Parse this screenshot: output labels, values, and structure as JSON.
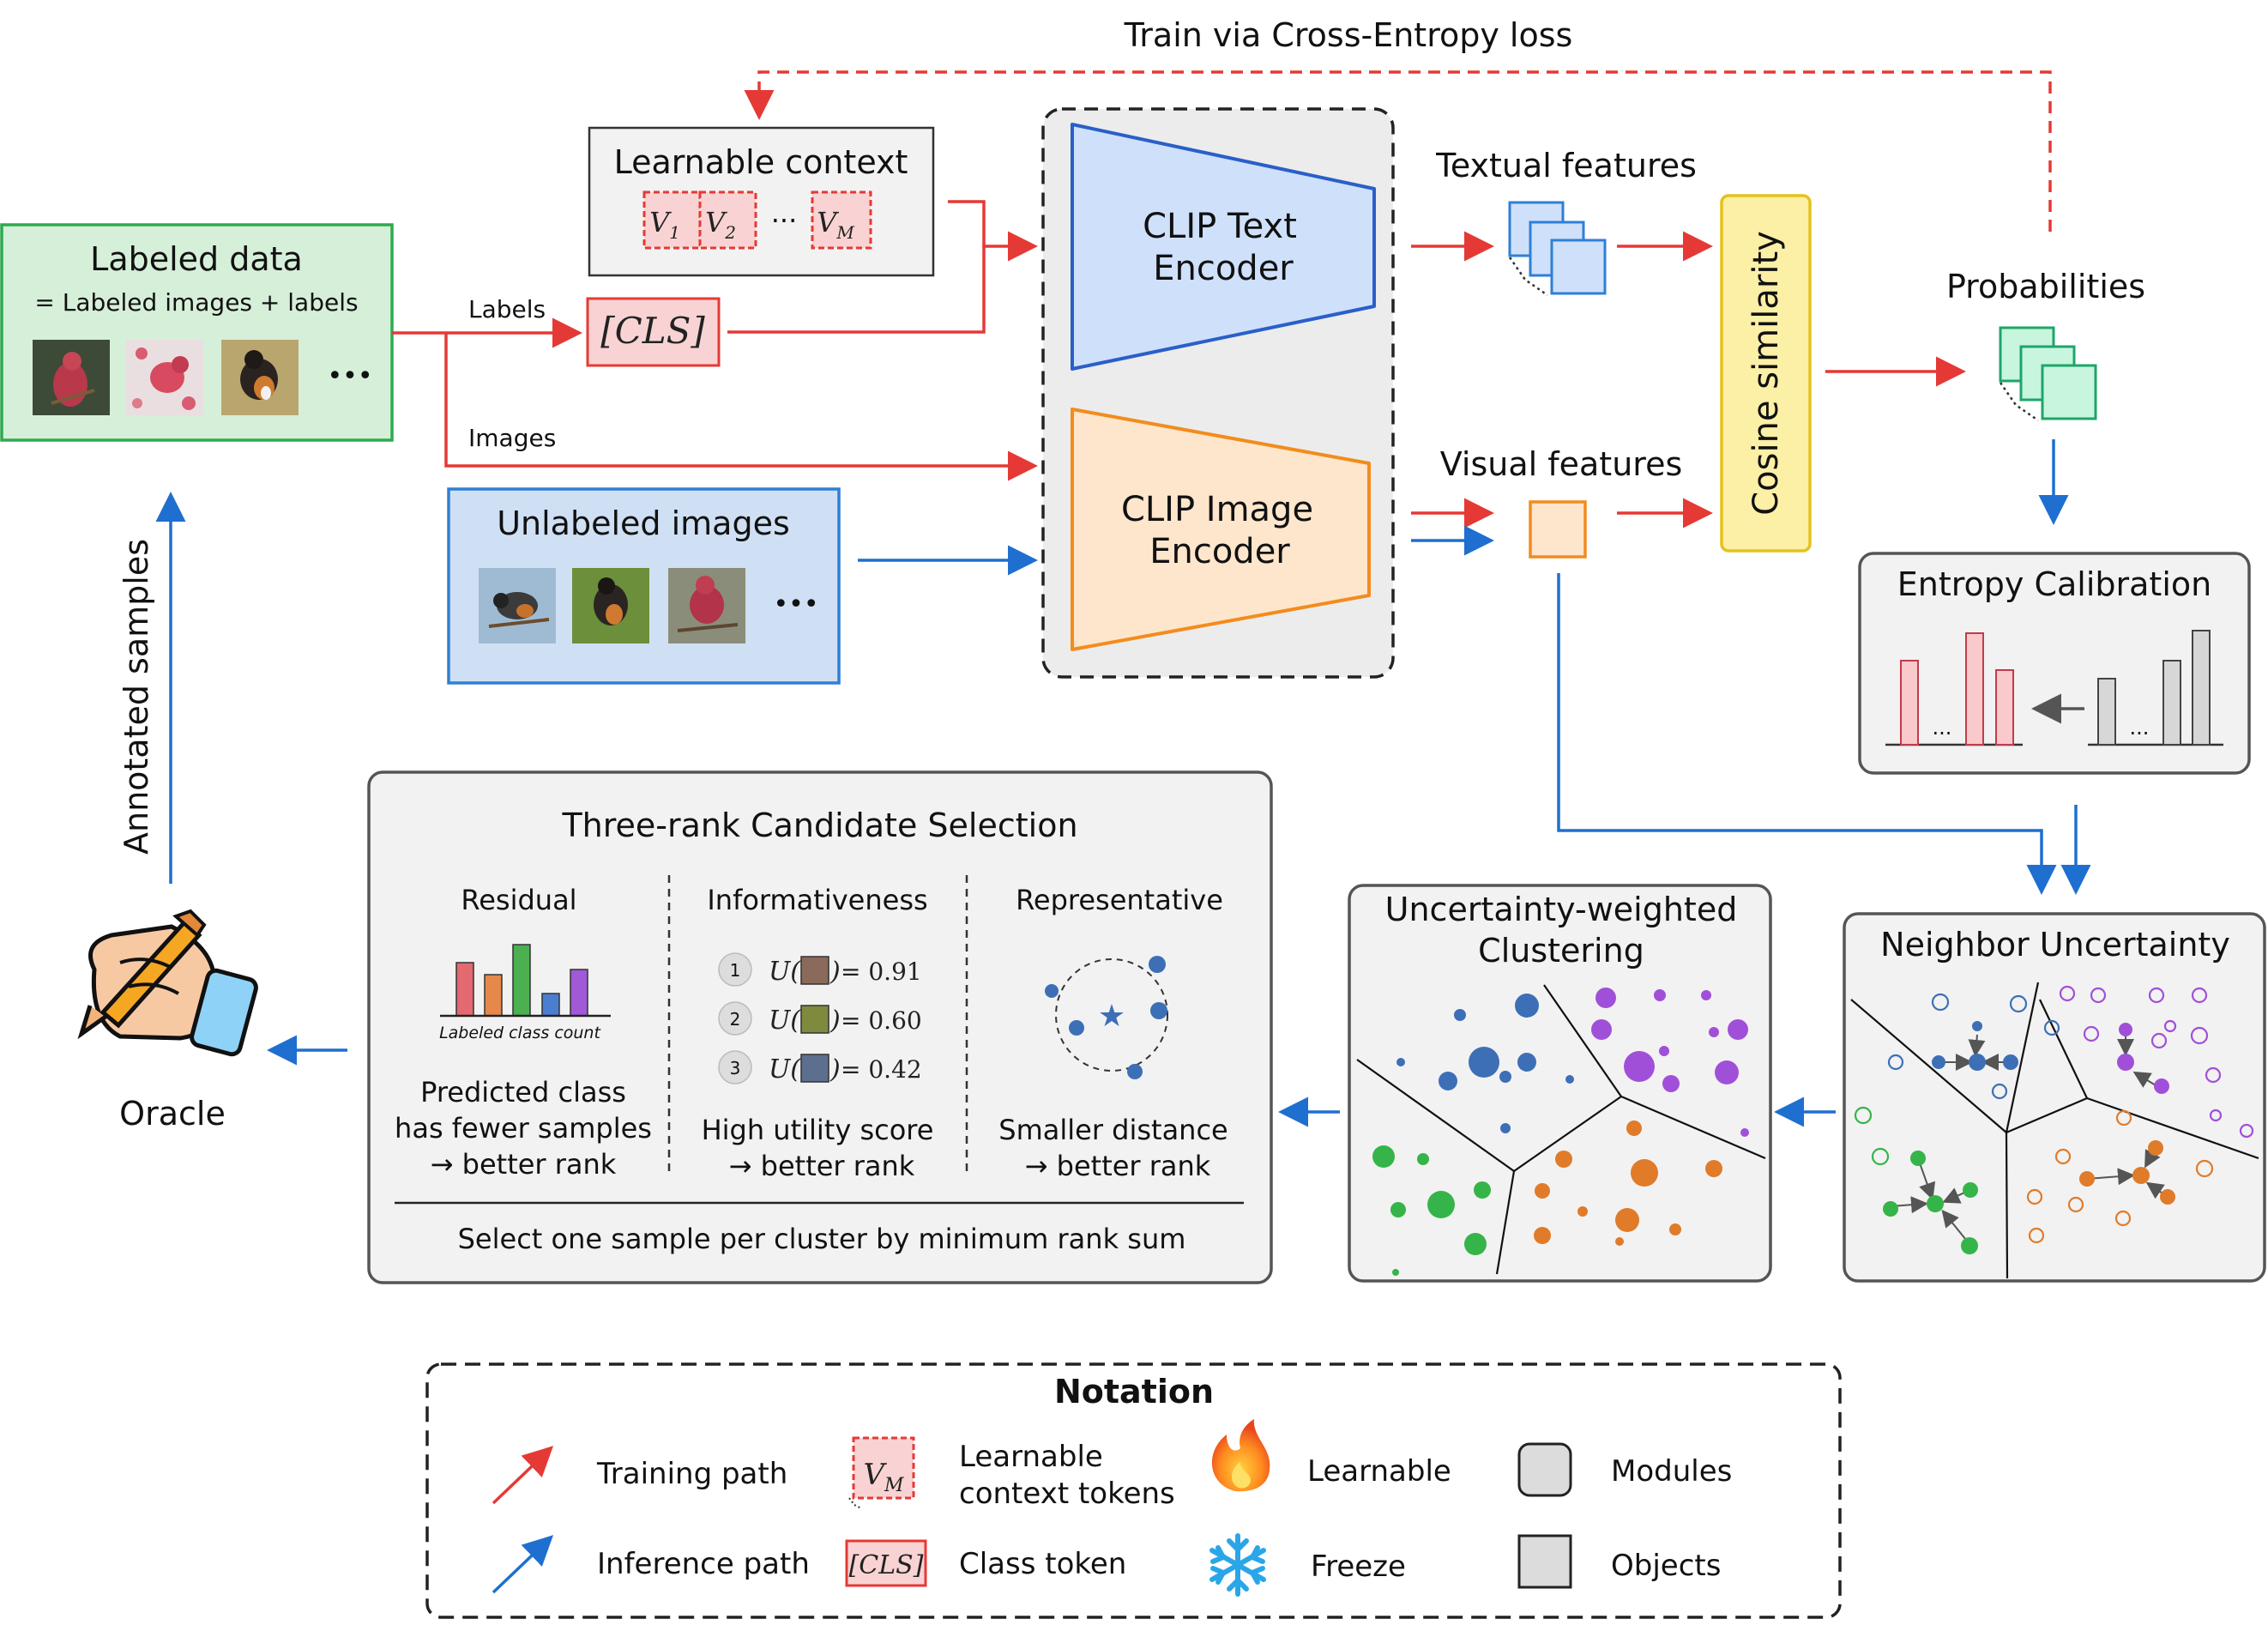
{
  "title_loss": "Train via Cross-Entropy loss",
  "learnable_context": {
    "title": "Learnable context",
    "tokens": [
      "V",
      "V",
      "V"
    ],
    "subs": [
      "1",
      "2",
      "M"
    ],
    "dots": "···"
  },
  "labeled": {
    "title": "Labeled data",
    "subtitle": "= Labeled images + labels",
    "dots": "•••"
  },
  "edge_labels": {
    "labels": "Labels",
    "images": "Images"
  },
  "cls_token": "[CLS]",
  "unlabeled": {
    "title": "Unlabeled images",
    "dots": "•••"
  },
  "text_encoder": {
    "line1": "CLIP Text",
    "line2": "Encoder"
  },
  "image_encoder": {
    "line1": "CLIP Image",
    "line2": "Encoder"
  },
  "textual_features": "Textual features",
  "visual_features": "Visual features",
  "cosine": "Cosine similarity",
  "probabilities": "Probabilities",
  "entropy": {
    "title": "Entropy Calibration",
    "dots": "..."
  },
  "neighbor": {
    "title": "Neighbor Uncertainty"
  },
  "clustering": {
    "line1": "Uncertainty-weighted",
    "line2": "Clustering"
  },
  "annotated": "Annotated samples",
  "oracle": "Oracle",
  "selection": {
    "title": "Three-rank Candidate Selection",
    "residual": {
      "heading": "Residual",
      "axis_caption": "Labeled class count",
      "desc": [
        "Predicted class",
        "has fewer samples",
        "→ better rank"
      ]
    },
    "informativeness": {
      "heading": "Informativeness",
      "items": [
        {
          "rank": "1",
          "value": "= 0.91"
        },
        {
          "rank": "2",
          "value": "= 0.60"
        },
        {
          "rank": "3",
          "value": "= 0.42"
        }
      ],
      "desc": [
        "High utility score",
        "→ better rank"
      ]
    },
    "representative": {
      "heading": "Representative",
      "desc": [
        "Smaller distance",
        "→ better rank"
      ]
    },
    "footer": "Select one sample per cluster by minimum rank sum"
  },
  "notation": {
    "title": "Notation",
    "training_path": "Training path",
    "inference_path": "Inference path",
    "ctx_tokens": [
      "Learnable",
      "context tokens"
    ],
    "class_token": "Class token",
    "learnable": "Learnable",
    "freeze": "Freeze",
    "modules": "Modules",
    "objects": "Objects"
  },
  "colors": {
    "train": "#e53935",
    "infer": "#1e6fd0",
    "labeled_fill": "#d6efd9",
    "labeled_stroke": "#2eaa4f",
    "unlabeled_fill": "#cfe0f4",
    "unlabeled_stroke": "#2f7fd6",
    "text_enc_fill": "#cfe0fb",
    "text_enc_stroke": "#2a5fc9",
    "img_enc_fill": "#fde6cc",
    "img_enc_stroke": "#f28c1e",
    "cosine_fill": "#fcefa6",
    "cosine_stroke": "#e5c21c",
    "prob_fill": "#c8f5de",
    "prob_stroke": "#1ea56a",
    "module_fill": "#f2f2f2",
    "module_stroke": "#555555",
    "blue": "#3d6fb6",
    "purple": "#a050d8",
    "green": "#35b44a",
    "orange": "#e07b2a"
  }
}
